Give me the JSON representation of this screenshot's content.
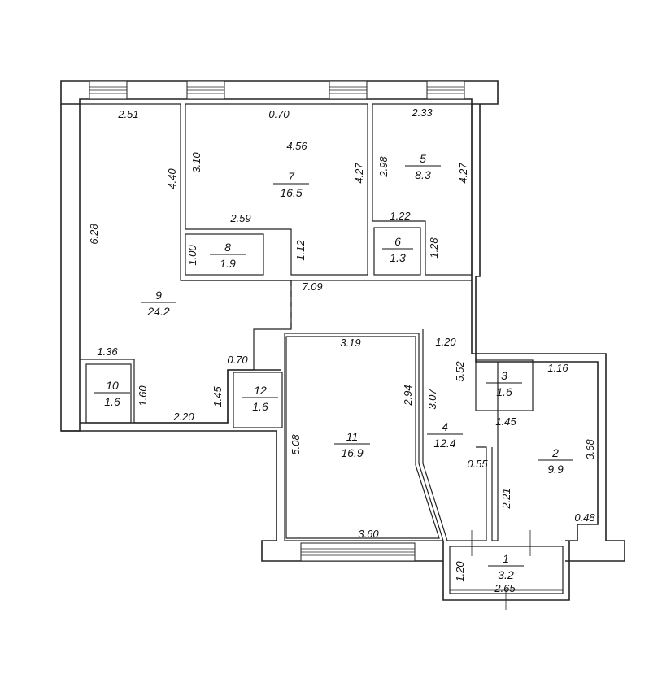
{
  "rooms": [
    {
      "number": "1",
      "area": "3.2"
    },
    {
      "number": "2",
      "area": "9.9"
    },
    {
      "number": "3",
      "area": "1.6"
    },
    {
      "number": "4",
      "area": "12.4"
    },
    {
      "number": "5",
      "area": "8.3"
    },
    {
      "number": "6",
      "area": "1.3"
    },
    {
      "number": "7",
      "area": "16.5"
    },
    {
      "number": "8",
      "area": "1.9"
    },
    {
      "number": "9",
      "area": "24.2"
    },
    {
      "number": "10",
      "area": "1.6"
    },
    {
      "number": "11",
      "area": "16.9"
    },
    {
      "number": "12",
      "area": "1.6"
    }
  ],
  "dimensions": [
    "2.51",
    "0.70",
    "4.56",
    "2.33",
    "3.10",
    "4.40",
    "4.27",
    "2.98",
    "4.27",
    "6.28",
    "2.59",
    "1.22",
    "1.00",
    "1.12",
    "1.28",
    "7.09",
    "3.19",
    "1.20",
    "1.36",
    "0.70",
    "2.94",
    "3.07",
    "5.52",
    "1.16",
    "1.60",
    "1.45",
    "1.45",
    "2.20",
    "5.08",
    "3.68",
    "0.55",
    "2.21",
    "0.48",
    "3.60",
    "1.20",
    "2.65"
  ]
}
